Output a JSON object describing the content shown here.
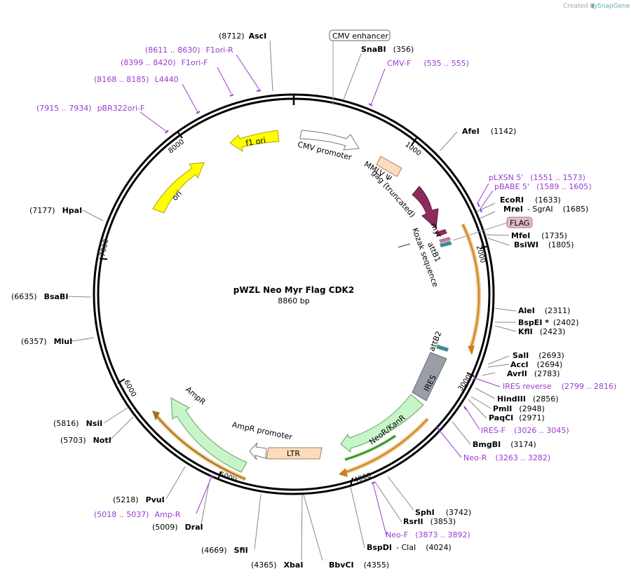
{
  "credit": {
    "prefix": "Created by",
    "brand": "SnapGene"
  },
  "title": "pWZL Neo Myr Flag CDK2",
  "size": "8860 bp",
  "ticks": [
    "1000",
    "2000",
    "3000",
    "4000",
    "5000",
    "6000",
    "7000",
    "8000"
  ],
  "enzymes": [
    {
      "name": "AscI",
      "pos": "(8712)"
    },
    {
      "name": "SnaBI",
      "pos": "(356)"
    },
    {
      "name": "AfeI",
      "pos": "(1142)"
    },
    {
      "name": "EcoRI",
      "pos": "(1633)"
    },
    {
      "name": "MreI",
      "pos": "- SgrAI",
      "pos2": "(1685)"
    },
    {
      "name": "MfeI",
      "pos": "(1735)"
    },
    {
      "name": "BsiWI",
      "pos": "(1805)"
    },
    {
      "name": "AleI",
      "pos": "(2311)"
    },
    {
      "name": "BspEI *",
      "pos": "(2402)"
    },
    {
      "name": "KflI",
      "pos": "(2423)"
    },
    {
      "name": "SalI",
      "pos": "(2693)"
    },
    {
      "name": "AccI",
      "pos": "(2694)"
    },
    {
      "name": "AvrII",
      "pos": "(2783)"
    },
    {
      "name": "HindIII",
      "pos": "(2856)"
    },
    {
      "name": "PmlI",
      "pos": "(2948)"
    },
    {
      "name": "PaqCI",
      "pos": "(2971)"
    },
    {
      "name": "BmgBI",
      "pos": "(3174)"
    },
    {
      "name": "SphI",
      "pos": "(3742)"
    },
    {
      "name": "RsrII",
      "pos": "(3853)"
    },
    {
      "name": "BspDI",
      "pos": "- ClaI",
      "pos2": "(4024)"
    },
    {
      "name": "BbvCI",
      "pos": "(4355)"
    },
    {
      "name": "XbaI",
      "pos": "(4365)"
    },
    {
      "name": "SfiI",
      "pos": "(4669)"
    },
    {
      "name": "DraI",
      "pos": "(5009)"
    },
    {
      "name": "PvuI",
      "pos": "(5218)"
    },
    {
      "name": "NotI",
      "pos": "(5703)"
    },
    {
      "name": "NsiI",
      "pos": "(5816)"
    },
    {
      "name": "MluI",
      "pos": "(6357)"
    },
    {
      "name": "BsaBI",
      "pos": "(6635)"
    },
    {
      "name": "HpaI",
      "pos": "(7177)"
    }
  ],
  "primers": [
    {
      "range": "(8611 .. 8630)",
      "name": "F1ori-R"
    },
    {
      "range": "(8399 .. 8420)",
      "name": "F1ori-F"
    },
    {
      "range": "(8168 .. 8185)",
      "name": "L4440"
    },
    {
      "range": "(7915 .. 7934)",
      "name": "pBR322ori-F"
    },
    {
      "range": "(535 .. 555)",
      "name": "CMV-F"
    },
    {
      "range": "(1551 .. 1573)",
      "name": "pLXSN 5'"
    },
    {
      "range": "(1589 .. 1605)",
      "name": "pBABE 5'"
    },
    {
      "range": "(2799 .. 2816)",
      "name": "IRES reverse"
    },
    {
      "range": "(3026 .. 3045)",
      "name": "IRES-F"
    },
    {
      "range": "(3263 .. 3282)",
      "name": "Neo-R"
    },
    {
      "range": "(3873 .. 3892)",
      "name": "Neo-F"
    },
    {
      "range": "(5018 .. 5037)",
      "name": "Amp-R"
    }
  ],
  "features": {
    "cmv_enhancer": "CMV enhancer",
    "cmv_promoter": "CMV promoter",
    "mmlv": "MMLV Ψ",
    "gag": "gag (truncated)",
    "myr": "myr",
    "attb1": "attB1",
    "kozak": "Kozak sequence",
    "flag": "FLAG",
    "attb2": "attB2",
    "ires": "IRES",
    "neor": "NeoR/KanR",
    "ltr": "LTR",
    "ampr_promoter": "AmpR promoter",
    "ampr": "AmpR",
    "ori": "ori",
    "f1ori": "f1 ori"
  },
  "colors": {
    "promoter": "#ffffff",
    "mmlv": "#fddcbd",
    "gag": "#8e2b5e",
    "attb": "#3f8a96",
    "flag": "#e0bcc6",
    "ires": "#9a9ea6",
    "marker": "#c8f5c8",
    "ltr": "#fddcbd",
    "ori": "#ffff00",
    "orf": "#e8a020",
    "primer": "#9b3bd1"
  }
}
